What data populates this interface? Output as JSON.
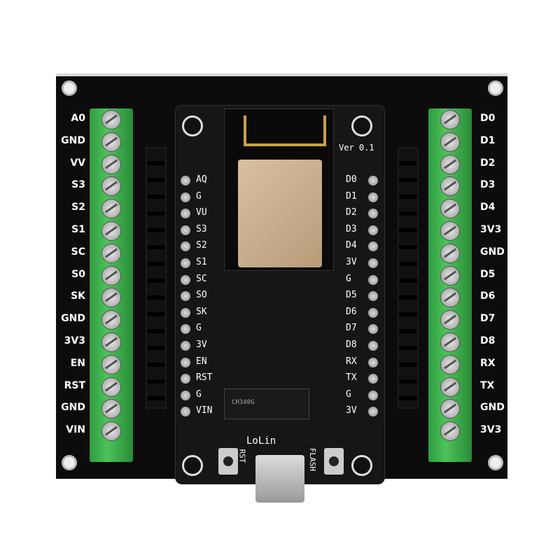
{
  "board": {
    "version": "Ver 0.1",
    "brand": "LoLin",
    "chip_text": "CH340G",
    "rst_label": "RST",
    "flash_label": "FLASH"
  },
  "left_terminal_labels": [
    "A0",
    "GND",
    "VV",
    "S3",
    "S2",
    "S1",
    "SC",
    "S0",
    "SK",
    "GND",
    "3V3",
    "EN",
    "RST",
    "GND",
    "VIN"
  ],
  "right_terminal_labels": [
    "D0",
    "D1",
    "D2",
    "D3",
    "D4",
    "3V3",
    "GND",
    "D5",
    "D6",
    "D7",
    "D8",
    "RX",
    "TX",
    "GND",
    "3V3"
  ],
  "left_pin_labels": [
    "AQ",
    "G",
    "VU",
    "S3",
    "S2",
    "S1",
    "SC",
    "SO",
    "SK",
    "G",
    "3V",
    "EN",
    "RST",
    "G",
    "VIN"
  ],
  "right_pin_labels": [
    "D0",
    "D1",
    "D2",
    "D3",
    "D4",
    "3V",
    "G",
    "D5",
    "D6",
    "D7",
    "D8",
    "RX",
    "TX",
    "G",
    "3V"
  ],
  "colors": {
    "terminal": "#3fb04f",
    "pcb": "#0c0c0c",
    "shield": "#c8ae8c",
    "antenna": "#c9a24a"
  }
}
